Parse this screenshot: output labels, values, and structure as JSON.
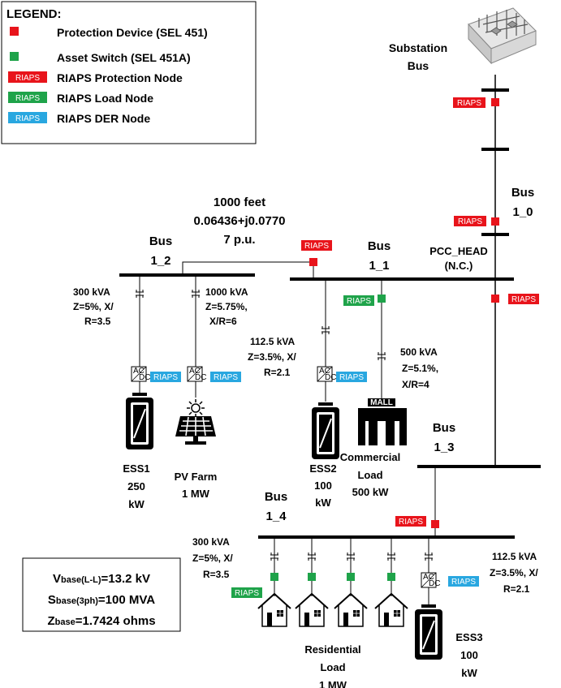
{
  "legend": {
    "title": "LEGEND:",
    "items": [
      {
        "label": "Protection Device (SEL 451)",
        "marker": "square",
        "color": "#e8141b"
      },
      {
        "label": "Asset Switch (SEL 451A)",
        "marker": "square",
        "color": "#1fa34a"
      },
      {
        "label": "RIAPS Protection Node",
        "marker": "tag",
        "color": "#e8141b",
        "tag": "RIAPS"
      },
      {
        "label": "RIAPS Load Node",
        "marker": "tag",
        "color": "#1fa34a",
        "tag": "RIAPS"
      },
      {
        "label": "RIAPS DER Node",
        "marker": "tag",
        "color": "#29a7e0",
        "tag": "RIAPS"
      }
    ]
  },
  "colors": {
    "protection": "#e8141b",
    "load": "#1fa34a",
    "der": "#29a7e0"
  },
  "riaps_tag": "RIAPS",
  "substation": {
    "line1": "Substation",
    "line2": "Bus",
    "icon": "substation-icon"
  },
  "buses": {
    "bus_1_0": {
      "line1": "Bus",
      "line2": "1_0"
    },
    "bus_1_1": {
      "line1": "Bus",
      "line2": "1_1"
    },
    "bus_1_2": {
      "line1": "Bus",
      "line2": "1_2"
    },
    "bus_1_3": {
      "line1": "Bus",
      "line2": "1_3"
    },
    "bus_1_4": {
      "line1": "Bus",
      "line2": "1_4"
    }
  },
  "pcc_head": {
    "line1": "PCC_HEAD",
    "line2": "(N.C.)"
  },
  "line_1_2": {
    "length": "1000 feet",
    "impedance": "0.06436+j0.0770",
    "pu": "7 p.u."
  },
  "transformers": {
    "ess1_xfmr": [
      "300 kVA",
      "Z=5%, X/",
      "R=3.5"
    ],
    "pv_xfmr": [
      "1000 kVA",
      "Z=5.75%,",
      "X/R=6"
    ],
    "ess2_xfmr": [
      "112.5 kVA",
      "Z=3.5%, X/",
      "R=2.1"
    ],
    "commercial_xfmr": [
      "500 kVA",
      "Z=5.1%,",
      "X/R=4"
    ],
    "residential_xfmr": [
      "300 kVA",
      "Z=5%, X/",
      "R=3.5"
    ],
    "ess3_xfmr": [
      "112.5 kVA",
      "Z=3.5%, X/",
      "R=2.1"
    ]
  },
  "loads": {
    "ess1": [
      "ESS1",
      "250",
      "kW"
    ],
    "pv": [
      "PV Farm",
      "1 MW"
    ],
    "ess2": [
      "ESS2",
      "100",
      "kW"
    ],
    "commercial": [
      "Commercial",
      "Load",
      "500 kW"
    ],
    "residential": [
      "Residential",
      "Load",
      "1 MW"
    ],
    "ess3": [
      "ESS3",
      "100",
      "kW"
    ]
  },
  "converter_label": {
    "top": "AC",
    "bottom": "DC"
  },
  "mall_sign": "MALL",
  "base_values": {
    "vbase": {
      "main": "V",
      "sub": "base(L-L)",
      "value": "=13.2 kV"
    },
    "sbase": {
      "main": "S",
      "sub": "base(3ph)",
      "value": "=100 MVA"
    },
    "zbase": {
      "main": "Z",
      "sub": "base",
      "value": "=1.7424 ohms"
    }
  }
}
